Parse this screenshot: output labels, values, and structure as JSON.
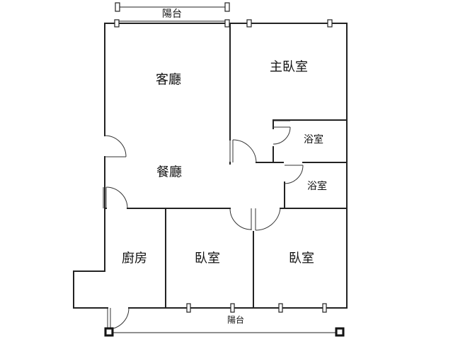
{
  "rooms": {
    "balcony_top": "陽台",
    "living_room": "客廳",
    "master_bedroom": "主臥室",
    "bathroom_1": "浴室",
    "dining_room": "餐廳",
    "bathroom_2": "浴室",
    "kitchen": "廚房",
    "bedroom_1": "臥室",
    "bedroom_2": "臥室",
    "balcony_bottom": "陽台"
  }
}
